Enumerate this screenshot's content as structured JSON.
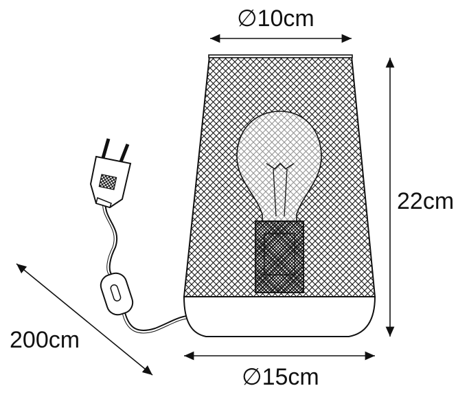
{
  "dimensions": {
    "top_diameter": "∅10cm",
    "height": "22cm",
    "cable_length": "200cm",
    "base_diameter": "∅15cm"
  },
  "colors": {
    "line": "#111111",
    "background": "#ffffff"
  },
  "illustration": {
    "object": "table-lamp",
    "parts": [
      "mesh-shade",
      "bulb",
      "lamp-base",
      "cable",
      "inline-switch",
      "euro-plug"
    ]
  }
}
